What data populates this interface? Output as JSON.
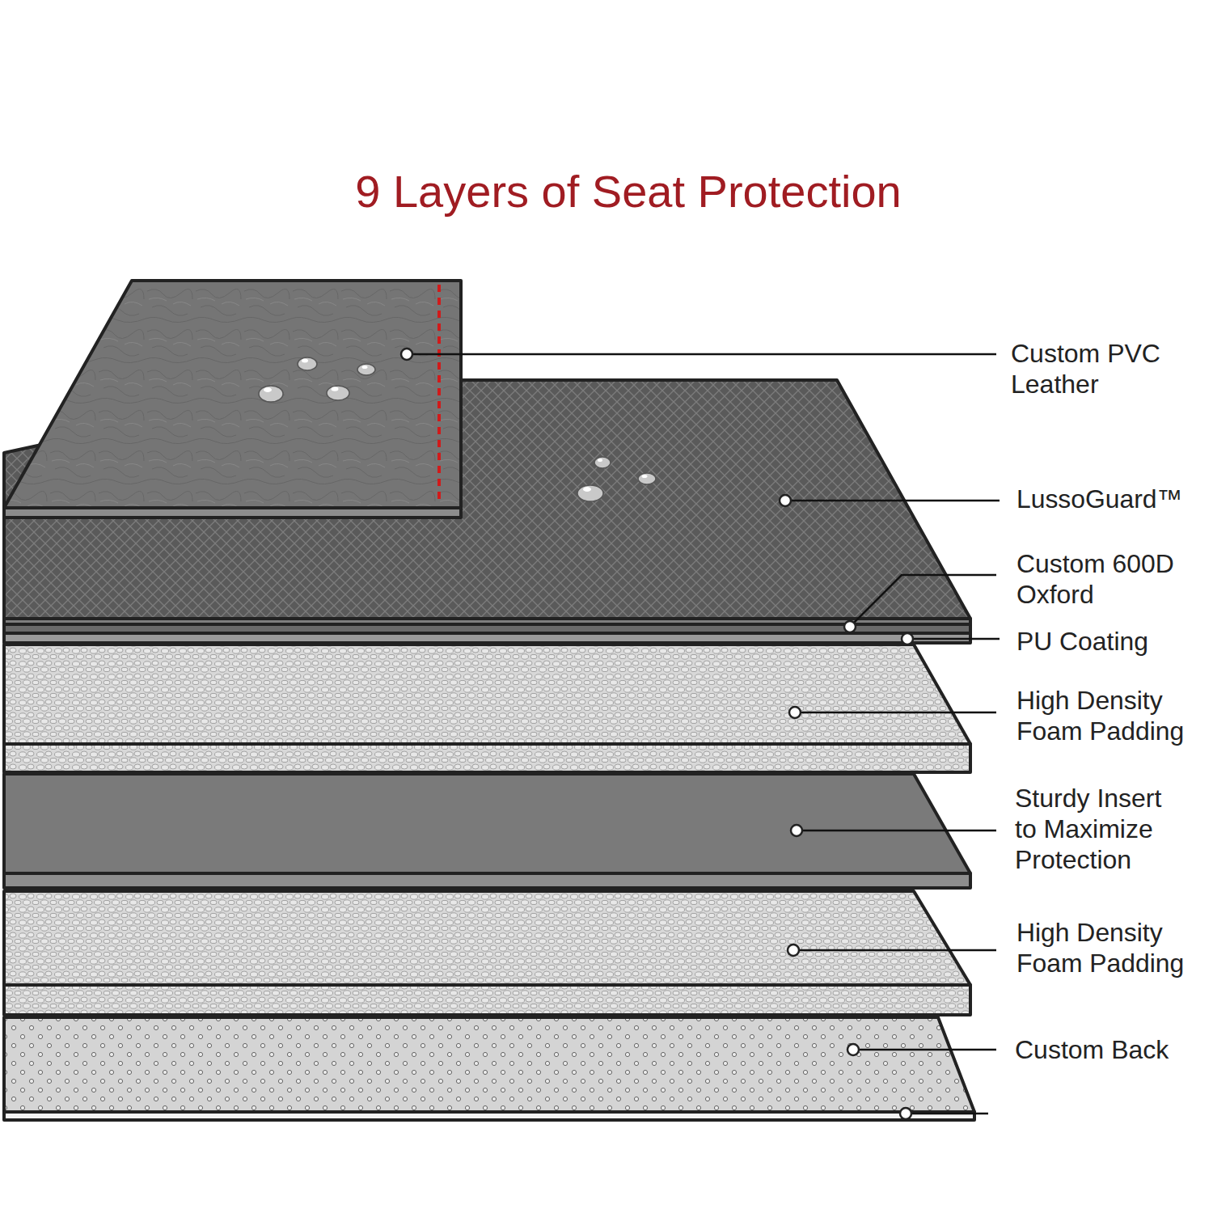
{
  "diagram": {
    "title": "9 Layers of Seat Protection",
    "labels": [
      "Custom PVC Leather",
      "LussoGuard™",
      "Custom 600D Oxford",
      "PU Coating",
      "High Density Foam Padding",
      "Sturdy Insert to Maximize Protection",
      "High Density Foam Padding",
      "Custom Back"
    ]
  }
}
